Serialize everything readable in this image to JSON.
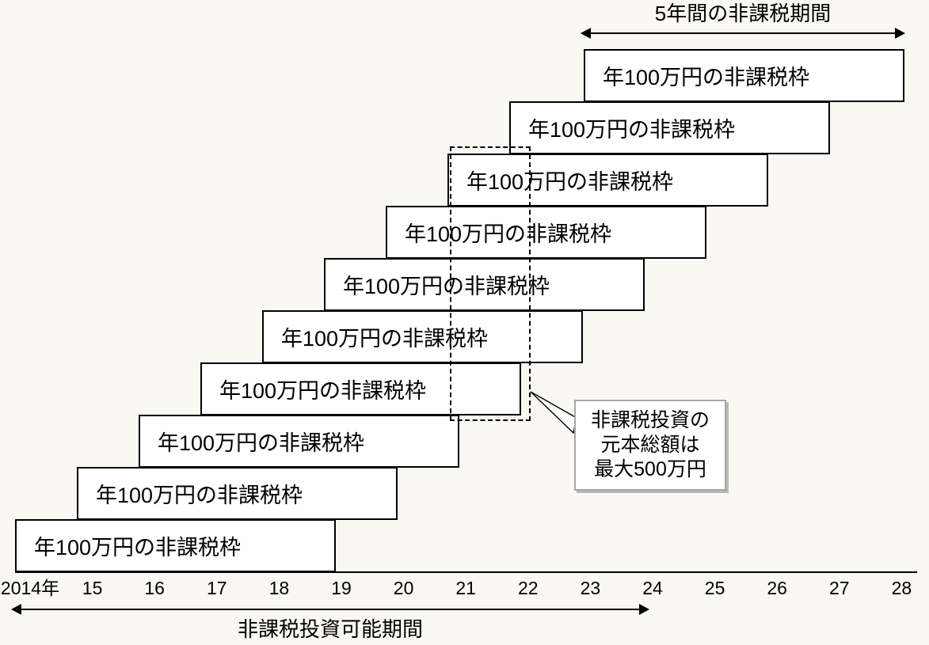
{
  "background_color": "#faf8f2",
  "box_fill_color": "#ffffff",
  "line_color": "#000000",
  "header": {
    "period_label": "5年間の非課税期間"
  },
  "footer": {
    "period_label": "非課税投資可能期間"
  },
  "quota_boxes": [
    {
      "label": "年100万円の非課税枠",
      "start_year": "2014年"
    },
    {
      "label": "年100万円の非課税枠",
      "start_year": "15"
    },
    {
      "label": "年100万円の非課税枠",
      "start_year": "16"
    },
    {
      "label": "年100万円の非課税枠",
      "start_year": "17"
    },
    {
      "label": "年100万円の非課税枠",
      "start_year": "18"
    },
    {
      "label": "年100万円の非課税枠",
      "start_year": "19"
    },
    {
      "label": "年100万円の非課税枠",
      "start_year": "20"
    },
    {
      "label": "年100万円の非課税枠",
      "start_year": "21"
    },
    {
      "label": "年100万円の非課税枠",
      "start_year": "22"
    },
    {
      "label": "年100万円の非課税枠",
      "start_year": "23"
    }
  ],
  "axis": {
    "ticks": [
      "2014年",
      "15",
      "16",
      "17",
      "18",
      "19",
      "20",
      "21",
      "22",
      "23",
      "24",
      "25",
      "26",
      "27",
      "28"
    ]
  },
  "callout": {
    "line1": "非課税投資の",
    "line2": "元本総額は",
    "line3": "最大500万円"
  },
  "chart_data": {
    "type": "bar",
    "title": "5年間の非課税期間",
    "xlabel": "非課税投資可能期間",
    "ylabel": "",
    "categories": [
      "2014年",
      "15",
      "16",
      "17",
      "18",
      "19",
      "20",
      "21",
      "22",
      "23",
      "24",
      "25",
      "26",
      "27",
      "28"
    ],
    "series": [
      {
        "name": "年100万円の非課税枠",
        "start": "2014年",
        "end": "19",
        "value": 100
      },
      {
        "name": "年100万円の非課税枠",
        "start": "15",
        "end": "20",
        "value": 100
      },
      {
        "name": "年100万円の非課税枠",
        "start": "16",
        "end": "21",
        "value": 100
      },
      {
        "name": "年100万円の非課税枠",
        "start": "17",
        "end": "22",
        "value": 100
      },
      {
        "name": "年100万円の非課税枠",
        "start": "18",
        "end": "23",
        "value": 100
      },
      {
        "name": "年100万円の非課税枠",
        "start": "19",
        "end": "24",
        "value": 100
      },
      {
        "name": "年100万円の非課税枠",
        "start": "20",
        "end": "25",
        "value": 100
      },
      {
        "name": "年100万円の非課税枠",
        "start": "21",
        "end": "26",
        "value": 100
      },
      {
        "name": "年100万円の非課税枠",
        "start": "22",
        "end": "27",
        "value": 100
      },
      {
        "name": "年100万円の非課税枠",
        "start": "23",
        "end": "28",
        "value": 100
      }
    ],
    "annotations": [
      "5年間の非課税期間",
      "非課税投資可能期間",
      "非課税投資の元本総額は最大500万円"
    ],
    "grid": false,
    "legend": "none"
  }
}
